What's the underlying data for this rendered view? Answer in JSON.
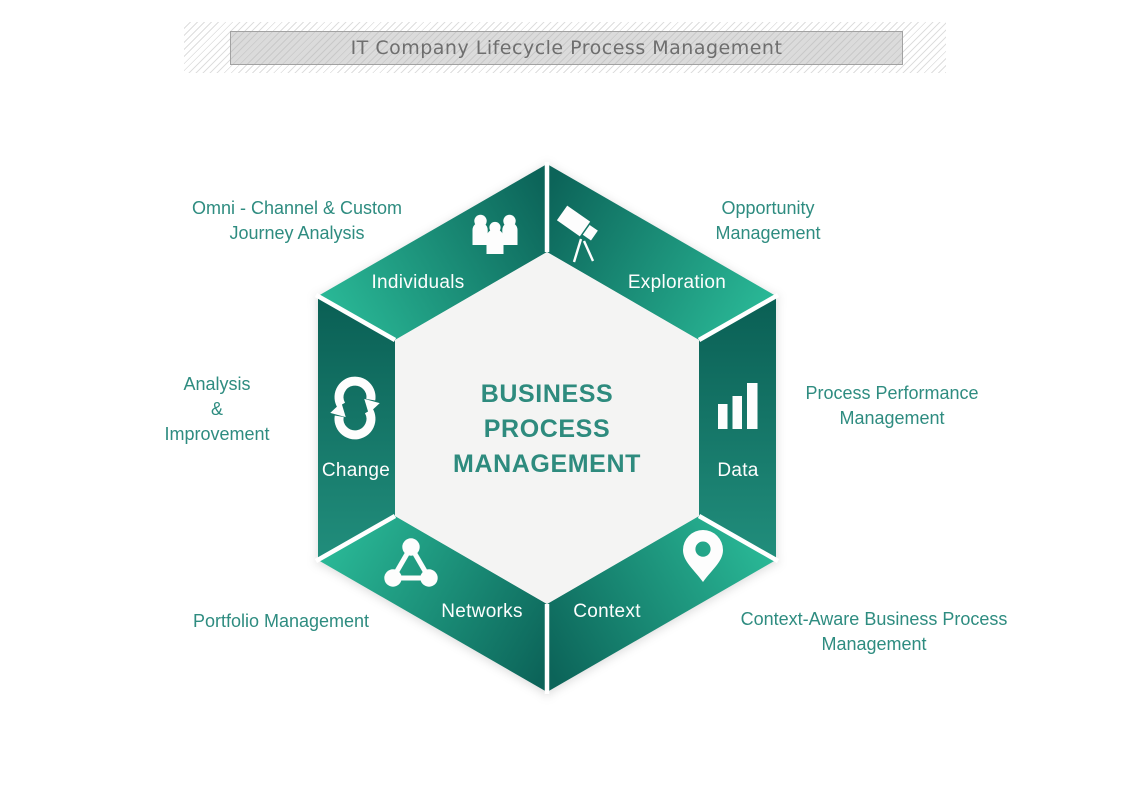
{
  "title": "IT Company Lifecycle Process Management",
  "center": {
    "lines": [
      "BUSINESS",
      "PROCESS",
      "MANAGEMENT"
    ]
  },
  "segments": [
    {
      "id": "individuals",
      "label": "Individuals",
      "icon": "people-icon",
      "outer_label": {
        "lines": [
          "Omni - Channel & Custom",
          "Journey Analysis"
        ]
      }
    },
    {
      "id": "exploration",
      "label": "Exploration",
      "icon": "telescope-icon",
      "outer_label": {
        "lines": [
          "Opportunity",
          "Management"
        ]
      }
    },
    {
      "id": "data",
      "label": "Data",
      "icon": "bar-chart-icon",
      "outer_label": {
        "lines": [
          "Process Performance",
          "Management"
        ]
      }
    },
    {
      "id": "context",
      "label": "Context",
      "icon": "map-pin-icon",
      "outer_label": {
        "lines": [
          "Context-Aware Business Process",
          "Management"
        ]
      }
    },
    {
      "id": "networks",
      "label": "Networks",
      "icon": "network-icon",
      "outer_label": {
        "lines": [
          "Portfolio Management"
        ]
      }
    },
    {
      "id": "change",
      "label": "Change",
      "icon": "sync-icon",
      "outer_label": {
        "lines": [
          "Analysis",
          "&",
          "Improvement"
        ]
      }
    }
  ],
  "colors": {
    "segment_dark": "#0c6459",
    "segment_bright": "#2ab997",
    "segment_mid": "#218e7c",
    "label_teal": "#2e8c80",
    "center_teal": "#2e8b7e",
    "inner_hex_bg": "#f4f4f3",
    "title_gray": "#6e6e6e"
  }
}
